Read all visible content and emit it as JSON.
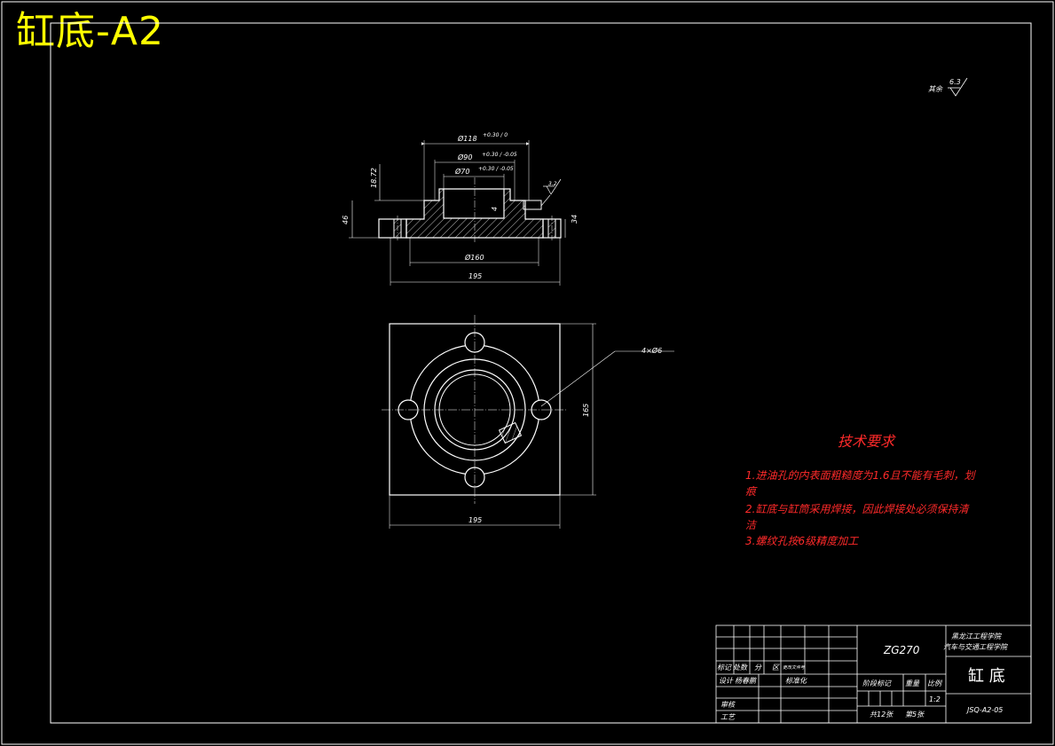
{
  "title": "缸底-A2",
  "surface_finish": {
    "label": "其余",
    "value": "6.3"
  },
  "section_view": {
    "dims": {
      "d118": "Ø118",
      "d118_tol": "+0.30 / 0",
      "d90": "Ø90",
      "d90_tol": "+0.30 / -0.05",
      "d70": "Ø70",
      "d70_tol": "+0.30 / -0.05",
      "h1872": "18.72",
      "h46": "46",
      "h34": "34",
      "d4": "4",
      "d160": "Ø160",
      "w195": "195",
      "rough": "3.2"
    }
  },
  "plan_view": {
    "holes_label": "4×Ø6",
    "height": "165",
    "width": "195"
  },
  "tech_req": {
    "heading": "技术要求",
    "lines": [
      "1.进油孔的内表面粗糙度为1.6且不能有毛刺，划",
      "痕",
      "2.缸底与缸筒采用焊接，因此焊接处必须保持清",
      "洁",
      "3.螺纹孔按6级精度加工"
    ]
  },
  "title_block": {
    "material": "ZG270",
    "school_1": "黑龙江工程学院",
    "school_2": "汽车与交通工程学院",
    "part_name": "缸 底",
    "row_labels": [
      "标记",
      "处数",
      "分",
      "区",
      "更改文件号"
    ],
    "designer_label": "设计",
    "designer_name": "杨春鹏",
    "std_label": "标准化",
    "stage_label": "阶段标记",
    "weight_label": "重量",
    "scale_label": "比例",
    "scale_value": "1:2",
    "review_label": "审核",
    "process_label": "工艺",
    "sheets": "共12张",
    "sheet_no": "第5张",
    "drawing_no": "JSQ-A2-05"
  }
}
